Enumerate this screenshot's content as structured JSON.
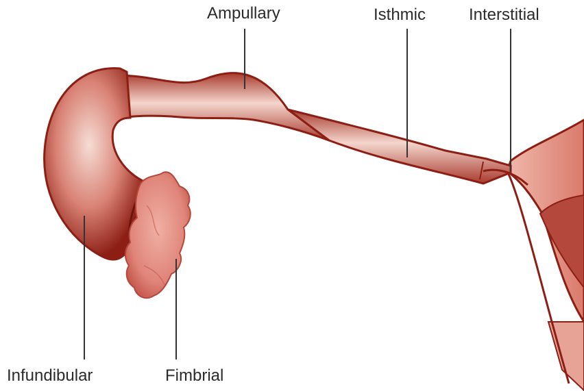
{
  "labels": {
    "ampullary": "Ampullary",
    "isthmic": "Isthmic",
    "interstitial": "Interstitial",
    "infundibular": "Infundibular",
    "fimbrial": "Fimbrial"
  },
  "colors": {
    "tube_outline": "#8c1e14",
    "tube_body": "#c2574a",
    "tube_highlight": "#f4d6cd",
    "fimbria": "#e0857a",
    "uterus": "#e7a395",
    "leader_line": "#333333",
    "label_text": "#2b2b2b"
  }
}
